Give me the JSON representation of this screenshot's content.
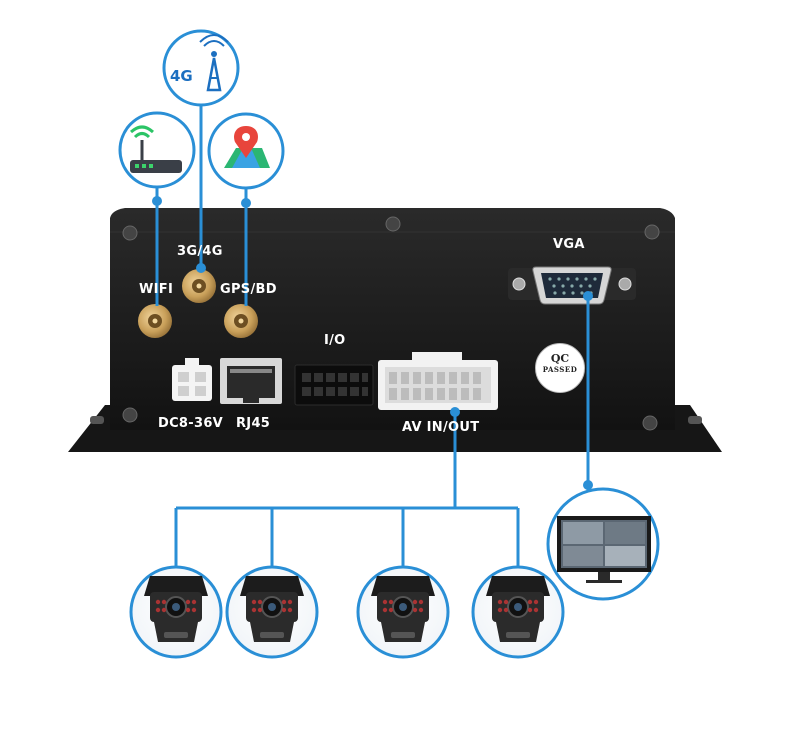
{
  "colors": {
    "accent": "#2a8fd6",
    "device_body": "#1b1b1b",
    "connector_gold": "#c9a05a",
    "label_text": "#ffffff"
  },
  "icons": {
    "wifi": "router-icon",
    "network": "4g-tower-icon",
    "gps": "map-pin-icon",
    "display": "monitor-icon",
    "camera": "vehicle-camera-icon"
  },
  "panel_labels": {
    "network": "3G/4G",
    "wifi": "WIFI",
    "gps": "GPS/BD",
    "vga": "VGA",
    "io": "I/O",
    "power": "DC8-36V",
    "ethernet": "RJ45",
    "av": "AV IN/OUT"
  },
  "badges": {
    "network_icon_text": "4G",
    "qc_line1": "QC",
    "qc_line2": "PASSED"
  },
  "camera_count": 4
}
